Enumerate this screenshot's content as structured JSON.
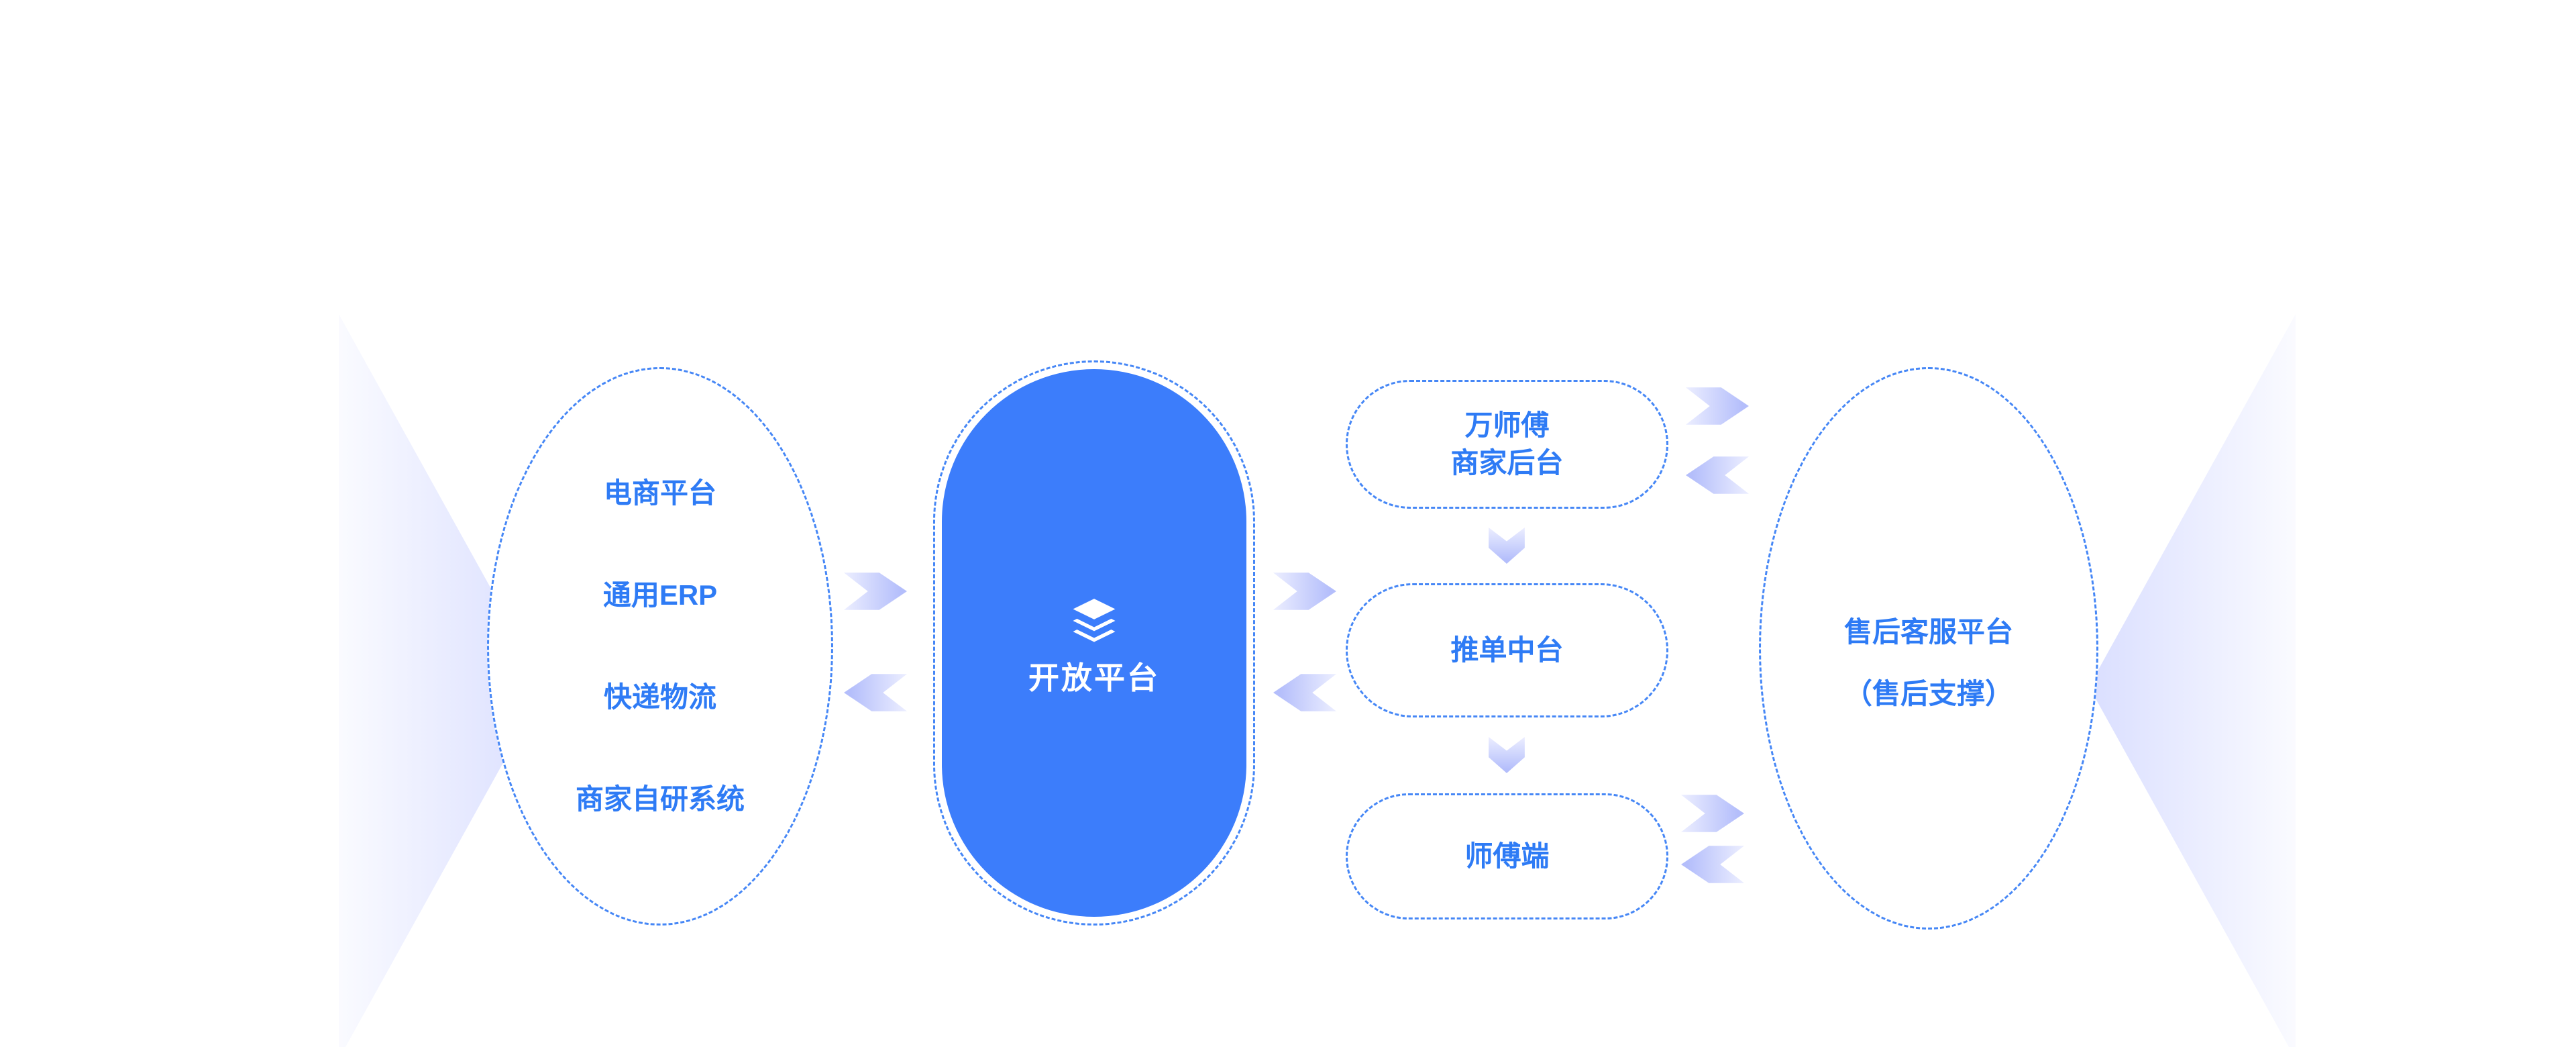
{
  "diagram": {
    "left_panel": {
      "items": [
        "电商平台",
        "通用ERP",
        "快递物流",
        "商家自研系统"
      ]
    },
    "open_platform": {
      "label": "开放平台"
    },
    "middle_boxes": [
      {
        "lines": [
          "万师傅",
          "商家后台"
        ]
      },
      {
        "lines": [
          "推单中台"
        ]
      },
      {
        "lines": [
          "师傅端"
        ]
      }
    ],
    "right_panel": {
      "lines": [
        "售后客服平台",
        "（售后支撑）"
      ]
    },
    "colors": {
      "accent_blue": "#3c7dfb",
      "dashed_border_blue": "#4687f6",
      "text_blue": "#2e7bf5",
      "arrow_light": "#eceeff",
      "arrow_dark": "#b4befb"
    }
  }
}
